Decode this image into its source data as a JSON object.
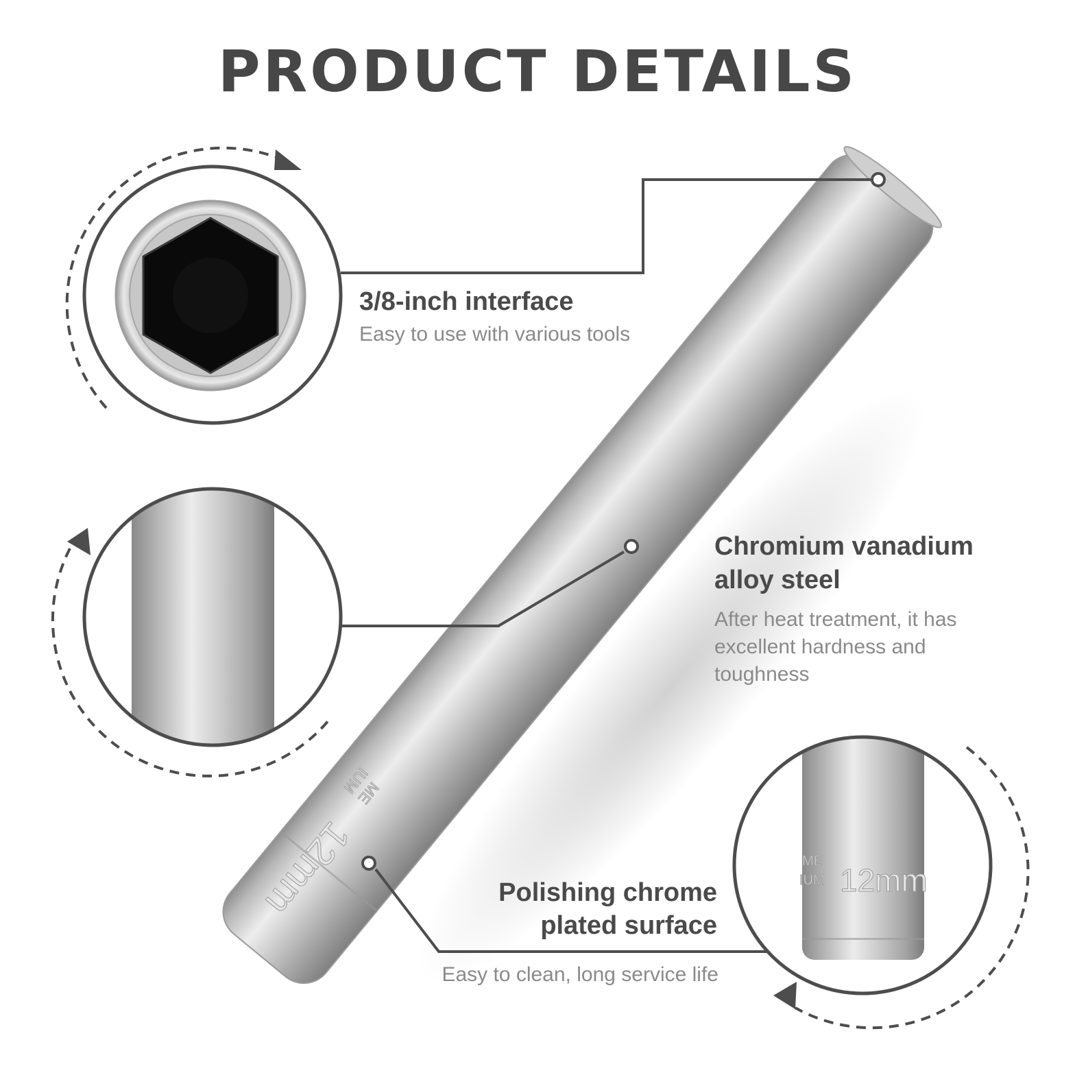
{
  "title": "PRODUCT DETAILS",
  "features": [
    {
      "title": "3/8-inch interface",
      "description": "Easy to use with various tools"
    },
    {
      "title_line1": "Chromium vanadium",
      "title_line2": "alloy steel",
      "description_lines": [
        "After heat treatment, it has",
        "excellent hardness and",
        "toughness"
      ]
    },
    {
      "title_line1": "Polishing chrome",
      "title_line2": "plated surface",
      "description": "Easy to clean, long service life"
    }
  ],
  "engraving": {
    "size": "12mm",
    "partial_line1": "ME",
    "partial_line2": "IUM"
  },
  "colors": {
    "text_dark": "#4a4a4a",
    "text_muted": "#8a8a8a",
    "callout_line": "#4d4d4d",
    "metal": "#c8c8c8"
  },
  "icons": [
    "rotate-clockwise-arrow-icon",
    "rotate-counterclockwise-arrow-icon"
  ]
}
